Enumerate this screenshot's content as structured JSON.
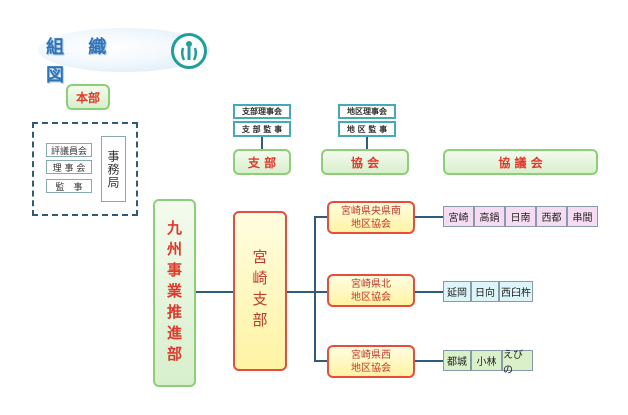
{
  "title": "組 織 図",
  "honbu": {
    "label": "本部"
  },
  "honbu_inner": {
    "items": [
      "評議員会",
      "理 事 会",
      "監　事"
    ],
    "jimukyoku": "事務局"
  },
  "shibu_officers": [
    "支部理事会",
    "支 部 監 事"
  ],
  "chiku_officers": [
    "地区理事会",
    "地 区 監 事"
  ],
  "headers": {
    "shibu": "支 部",
    "kyokai": "協 会",
    "kyogikai": "協 議 会"
  },
  "kyushu": "九州事業推進部",
  "miyazaki": "宮崎支部",
  "regions": [
    {
      "name": "宮崎県央県南\n地区協会",
      "cities": [
        "宮崎",
        "高鍋",
        "日南",
        "西都",
        "串間"
      ]
    },
    {
      "name": "宮崎県北\n地区協会",
      "cities": [
        "延岡",
        "日向",
        "西臼杵"
      ]
    },
    {
      "name": "宮崎県西\n地区協会",
      "cities": [
        "都城",
        "小林",
        "えびの"
      ]
    }
  ],
  "colors": {
    "accent_red": "#e0392b",
    "line": "#2e5c7a"
  }
}
